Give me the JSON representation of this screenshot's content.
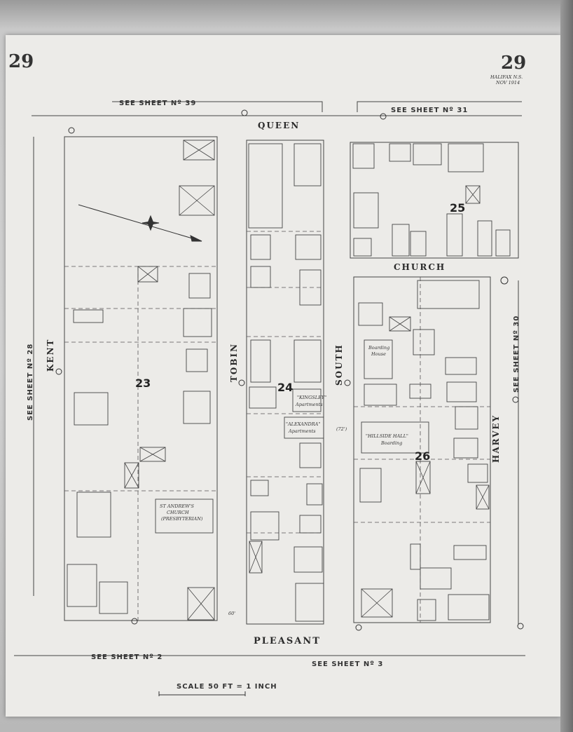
{
  "page_number_left": "29",
  "page_number_right": "29",
  "place": "HALIFAX N.S.",
  "date": "NOV 1914",
  "streets": {
    "queen": "QUEEN",
    "church": "CHURCH",
    "pleasant": "PLEASANT",
    "kent": "KENT",
    "tobin": "TOBIN",
    "south": "SOUTH",
    "harvey": "HARVEY"
  },
  "adjacent_sheets": {
    "top_left": "SEE SHEET Nº 39",
    "top_right": "SEE SHEET Nº 31",
    "left": "SEE SHEET Nº 28",
    "right": "SEE SHEET Nº 30",
    "bottom_left": "SEE SHEET Nº 2",
    "bottom_right": "SEE SHEET Nº 3"
  },
  "blocks": [
    "23",
    "24",
    "25",
    "26"
  ],
  "buildings": {
    "church": [
      "ST ANDREW'S",
      "CHURCH",
      "(PRESBYTERIAN)"
    ],
    "kingsley": [
      "\"KINGSLEY\"",
      "Apartments"
    ],
    "alexandra": [
      "\"ALEXANDRA\"",
      "Apartments"
    ],
    "hillside": [
      "\"HILLSIDE HALL\"",
      "Boarding"
    ],
    "boarding": [
      "Boarding",
      "House"
    ]
  },
  "widths": {
    "w60": "60'",
    "w72": "(72')"
  },
  "scale": "SCALE 50 FT = 1 INCH",
  "colors": {
    "paper": "#ecebe8",
    "ink": "#333333"
  }
}
